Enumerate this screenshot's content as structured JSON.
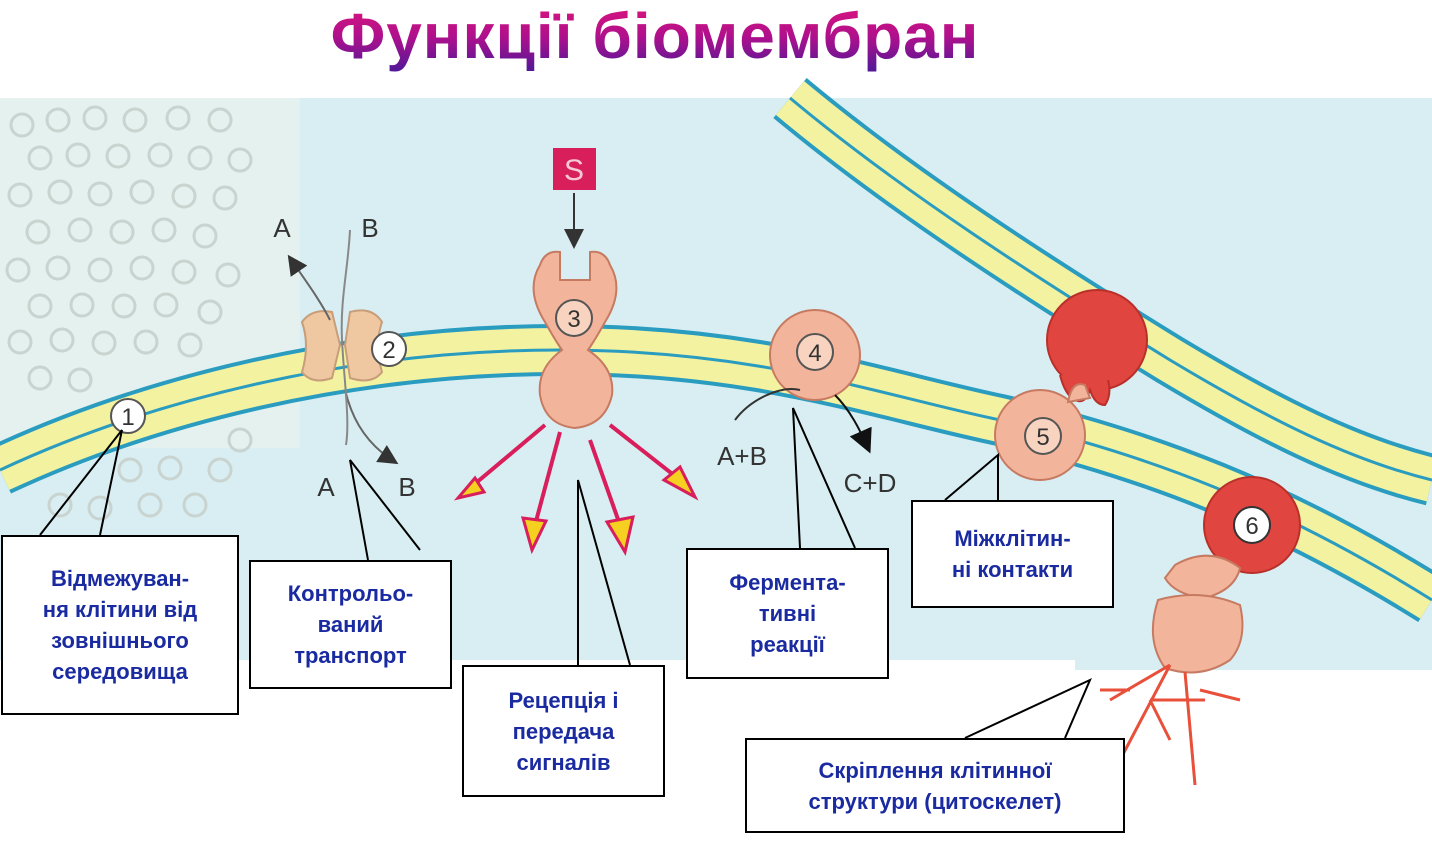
{
  "title": "Функції біомембран",
  "structure_labels": {
    "s": "S",
    "n1": "1",
    "n2": "2",
    "n3": "3",
    "n4": "4",
    "n5": "5",
    "n6": "6",
    "a_top": "A",
    "b_top": "B",
    "a_bottom": "A",
    "b_bottom": "B",
    "substrates": "A+B",
    "products": "C+D"
  },
  "callouts": [
    {
      "lines": [
        "Відмежуван-",
        "ня клітини від",
        "зовнішнього",
        "середовища"
      ]
    },
    {
      "lines": [
        "Контрольо-",
        "ваний",
        "транспорт"
      ]
    },
    {
      "lines": [
        "Рецепція і",
        "передача",
        "сигналів"
      ]
    },
    {
      "lines": [
        "Фермента-",
        "тивні",
        "реакції"
      ]
    },
    {
      "lines": [
        "Міжклітин-",
        "ні контакти"
      ]
    },
    {
      "lines": [
        "Скріплення клітинної",
        "структури (цитоскелет)"
      ]
    }
  ],
  "colors": {
    "cytoplasm": "#d8eef2",
    "membrane_fill": "#f3f2a0",
    "membrane_edge": "#2a9cc0",
    "protein": "#f2b49a",
    "protein_edge": "#c77a62",
    "red_protein": "#e0453f",
    "signal_arrow": "#d81e5b",
    "arrow_head_fill": "#f5d020",
    "callout_text": "#1a2aa0",
    "s_box": "#d81e5b"
  }
}
